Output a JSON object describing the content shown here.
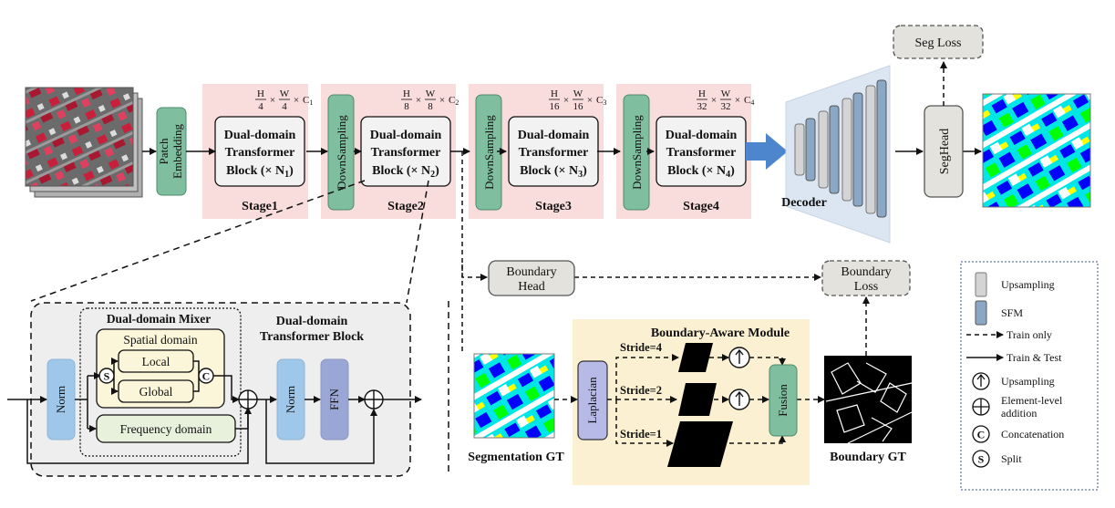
{
  "stages": {
    "patch_embedding": [
      "Patch",
      "Embedding"
    ],
    "downsampling": "DownSampling",
    "block": {
      "line1": "Dual-domain",
      "line2": "Transformer",
      "line3_prefix": "Block (× N",
      "line3_suffix": ")"
    },
    "items": [
      {
        "label": "Stage1",
        "n_sub": "1",
        "dims": {
          "h": "H",
          "hd": "4",
          "w": "W",
          "wd": "4",
          "c_sub": "1"
        }
      },
      {
        "label": "Stage2",
        "n_sub": "2",
        "dims": {
          "h": "H",
          "hd": "8",
          "w": "W",
          "wd": "8",
          "c_sub": "2"
        }
      },
      {
        "label": "Stage3",
        "n_sub": "3",
        "dims": {
          "h": "H",
          "hd": "16",
          "w": "W",
          "wd": "16",
          "c_sub": "3"
        }
      },
      {
        "label": "Stage4",
        "n_sub": "4",
        "dims": {
          "h": "H",
          "hd": "32",
          "w": "W",
          "wd": "32",
          "c_sub": "4"
        }
      }
    ],
    "times": "×",
    "c": "C"
  },
  "decoder": "Decoder",
  "seg_head": "SegHead",
  "seg_loss": "Seg Loss",
  "boundary_head": [
    "Boundary",
    "Head"
  ],
  "boundary_loss": [
    "Boundary",
    "Loss"
  ],
  "transformer_block": {
    "title": [
      "Dual-domain",
      "Transformer Block"
    ],
    "mixer_title": "Dual-domain Mixer",
    "spatial": "Spatial domain",
    "local": "Local",
    "global": "Global",
    "frequency": "Frequency domain",
    "norm": "Norm",
    "ffn": "FFN",
    "split": "S",
    "concat": "C"
  },
  "bam": {
    "title": "Boundary-Aware Module",
    "laplacian": "Laplacian",
    "fusion": "Fusion",
    "strides": [
      "Stride=4",
      "Stride=2",
      "Stride=1"
    ],
    "seg_gt": "Segmentation GT",
    "boundary_gt": "Boundary GT"
  },
  "legend": [
    {
      "kind": "upsampling-block",
      "label": "Upsampling"
    },
    {
      "kind": "sfm-block",
      "label": "SFM"
    },
    {
      "kind": "dashed-arrow",
      "label": "Train only"
    },
    {
      "kind": "solid-arrow",
      "label": "Train & Test"
    },
    {
      "kind": "up-circle",
      "label": "Upsampling"
    },
    {
      "kind": "plus-circle",
      "label": "Element-level addition"
    },
    {
      "kind": "c-circle",
      "label": "Concatenation"
    },
    {
      "kind": "s-circle",
      "label": "Split"
    }
  ],
  "colors": {
    "stage_bg": "#f9dcdc",
    "block_fill": "#f2f2f2",
    "green": "#7fbf9f",
    "norm_blue": "#9fc7ea",
    "ffn_purple": "#9aa6d6",
    "laplacian": "#b7b9e6",
    "bam_bg": "#fbf0d2",
    "mixer_bg": "#fbf5d9",
    "gray_box": "#e3e2dc",
    "decoder_bg": "#dbe6f2",
    "arrow_blue": "#4d86cc"
  }
}
